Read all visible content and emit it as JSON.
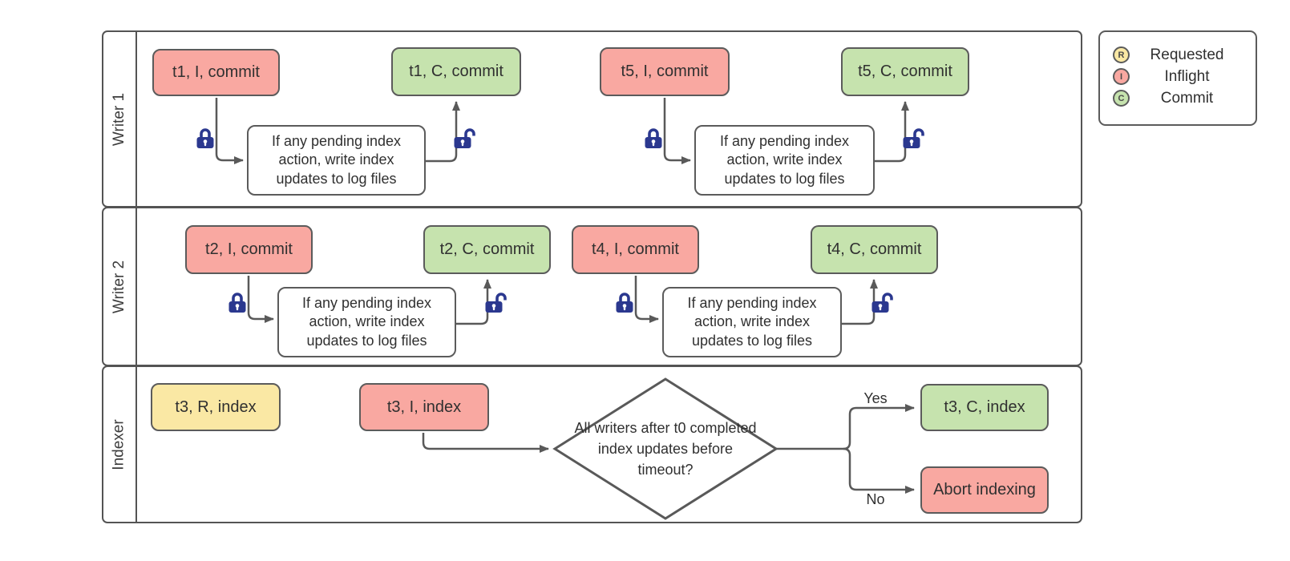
{
  "colors": {
    "requested_fill": "#fae8a4",
    "inflight_fill": "#f9a8a1",
    "commit_fill": "#c6e3ae",
    "lock_blue": "#2b388f",
    "shape_border": "#5b5b5b",
    "lane_border": "#545454"
  },
  "lanes": {
    "writer1": "Writer 1",
    "writer2": "Writer 2",
    "indexer": "Indexer"
  },
  "shared": {
    "process_text": "If any pending index action, write index updates to log files"
  },
  "writer1": {
    "flow_a": {
      "inflight": "t1, I, commit",
      "commit": "t1, C, commit"
    },
    "flow_b": {
      "inflight": "t5, I, commit",
      "commit": "t5, C, commit"
    }
  },
  "writer2": {
    "flow_a": {
      "inflight": "t2, I, commit",
      "commit": "t2, C, commit"
    },
    "flow_b": {
      "inflight": "t4, I, commit",
      "commit": "t4, C, commit"
    }
  },
  "indexer": {
    "requested": "t3, R, index",
    "inflight": "t3, I, index",
    "decision": "All writers after t0 completed index updates before timeout?",
    "yes_label": "Yes",
    "no_label": "No",
    "commit": "t3, C, index",
    "abort": "Abort indexing"
  },
  "legend": {
    "items": [
      {
        "letter": "R",
        "label": "Requested"
      },
      {
        "letter": "I",
        "label": "Inflight"
      },
      {
        "letter": "C",
        "label": "Commit"
      }
    ]
  }
}
